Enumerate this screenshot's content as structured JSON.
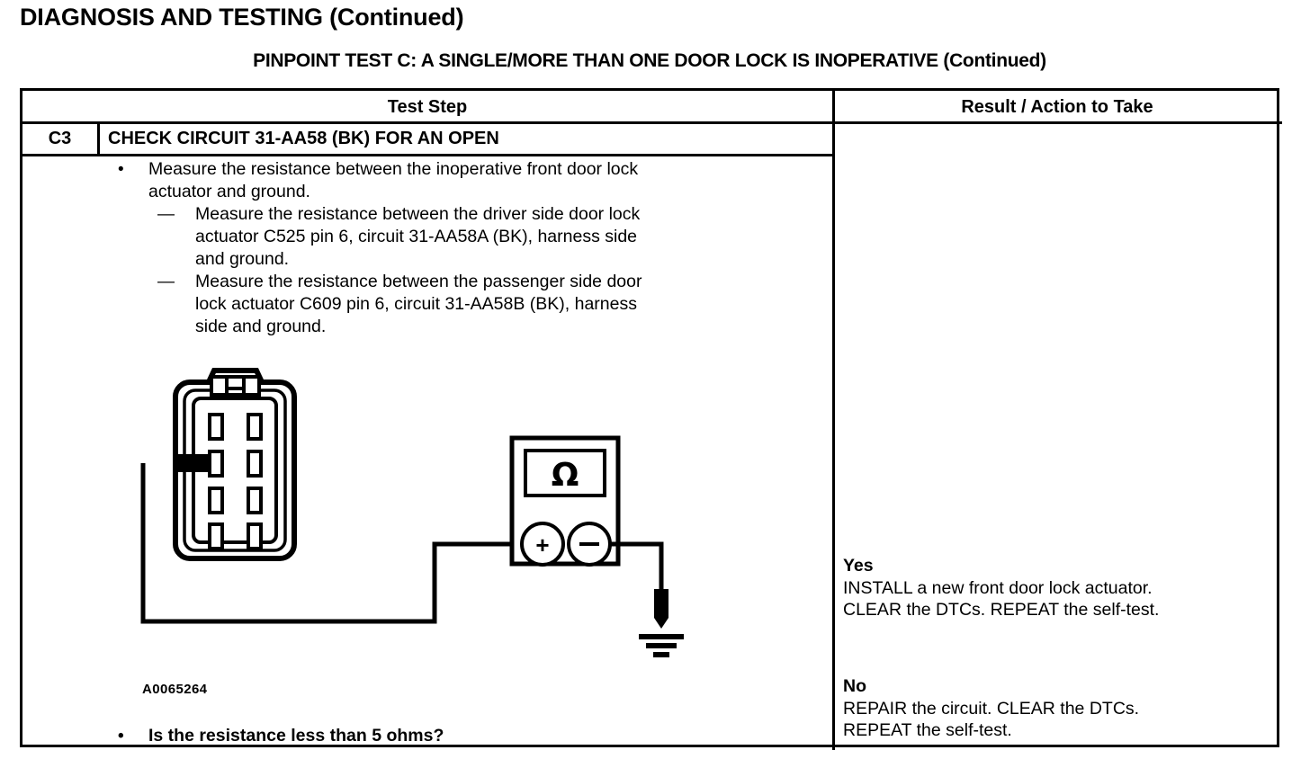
{
  "page": {
    "title": "DIAGNOSIS AND TESTING (Continued)",
    "pinpoint_title": "PINPOINT TEST  C: A SINGLE/MORE THAN ONE DOOR LOCK IS INOPERATIVE (Continued)"
  },
  "table": {
    "headers": {
      "test_step": "Test Step",
      "result_action": "Result / Action to Take"
    },
    "step": {
      "id": "C3",
      "heading": "CHECK CIRCUIT 31-AA58 (BK) FOR AN OPEN",
      "bullet_marker": "•",
      "dash_marker": "—",
      "instructions": [
        {
          "marker_type": "bullet",
          "lines": [
            "Measure the resistance between the inoperative front door lock",
            "actuator and ground."
          ]
        },
        {
          "marker_type": "dash",
          "lines": [
            "Measure the resistance between the driver side door lock",
            "actuator C525 pin 6, circuit 31-AA58A (BK), harness side",
            "and ground."
          ]
        },
        {
          "marker_type": "dash",
          "lines": [
            "Measure the resistance between the passenger side door",
            "lock actuator C609 pin 6, circuit 31-AA58B (BK), harness",
            "side and ground."
          ]
        }
      ],
      "figure_id": "A0065264",
      "question": "Is the resistance less than 5 ohms?"
    },
    "results": [
      {
        "answer": "Yes",
        "lines": [
          "INSTALL a new front door lock actuator.",
          "CLEAR the DTCs. REPEAT the self-test."
        ]
      },
      {
        "answer": "No",
        "lines": [
          "REPAIR the circuit. CLEAR the DTCs.",
          "REPEAT the self-test."
        ]
      }
    ]
  },
  "figure": {
    "meter_display_symbol": "Ω",
    "meter_positive_terminal": "+",
    "meter_negative_terminal": "−",
    "connector_pin_count": 8
  },
  "colors": {
    "ink": "#000000",
    "paper": "#ffffff"
  }
}
